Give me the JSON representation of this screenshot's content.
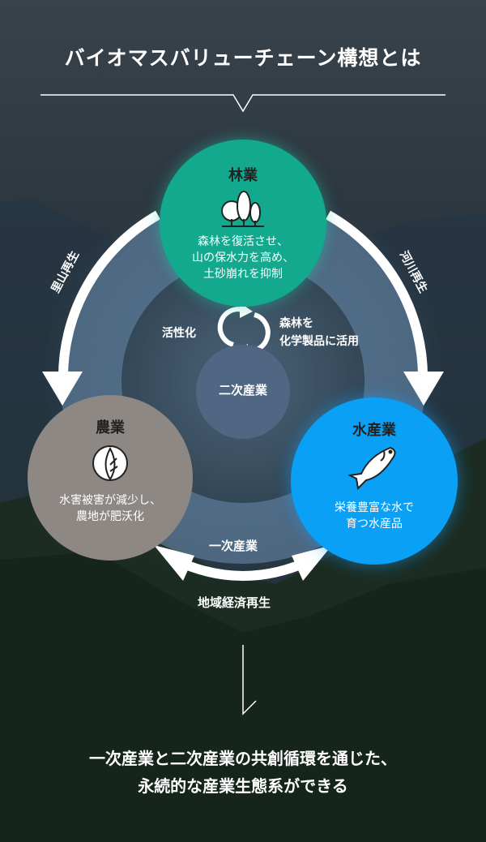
{
  "title": "バイオマスバリューチェーン構想とは",
  "nodes": {
    "forestry": {
      "title": "林業",
      "icon": "trees-icon",
      "desc": [
        "森林を復活させ、",
        "山の保水力を高め、",
        "土砂崩れを抑制"
      ],
      "color": "#13a98e"
    },
    "agriculture": {
      "title": "農業",
      "icon": "cabbage-icon",
      "desc": [
        "水害被害が減少し、",
        "農地が肥沃化"
      ],
      "color": "#8e8885"
    },
    "fishery": {
      "title": "水産業",
      "icon": "fish-icon",
      "desc": [
        "栄養豊富な水で",
        "育つ水産品"
      ],
      "color": "#0aa0f5"
    },
    "secondary": {
      "title": "二次産業",
      "color": "#4f6782"
    }
  },
  "labels": {
    "satoyama": "里山再生",
    "river": "河川再生",
    "activation": "活性化",
    "chemical": [
      "森林を",
      "化学製品に活用"
    ],
    "primary": "一次産業",
    "regional": "地域経済再生"
  },
  "conclusion": [
    "一次産業と二次産業の共創循環を通じた、",
    "永続的な産業生態系ができる"
  ]
}
